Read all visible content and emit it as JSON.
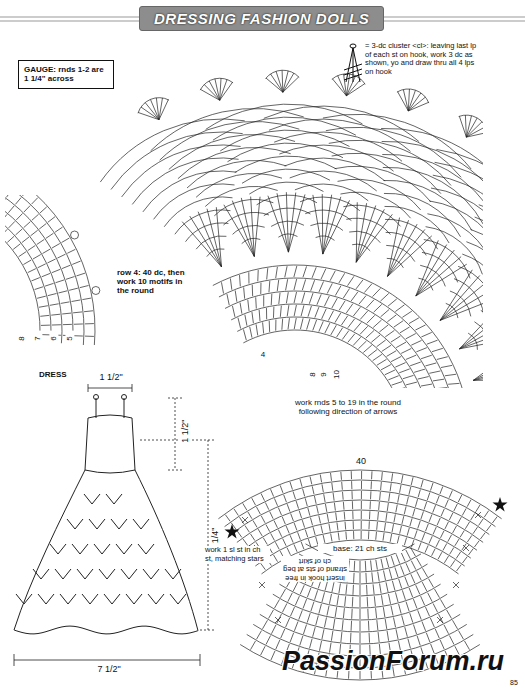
{
  "diagram": {
    "title": "DRESSING FASHION DOLLS",
    "nodes": [
      {
        "text": [
          "GAUGE: rnds 1-2 are 1 1/4\" across"
        ]
      }
    ],
    "labels": [
      "row 4: 40 dc, then work 10 motifs in the round",
      "work rnds 5 to 19 in the round following direction of arrows",
      "8",
      "7",
      "6",
      "5",
      "4",
      "8",
      "9",
      "10",
      "DRESS",
      "1 1/2\"",
      "1 1/2\"",
      "4 1/4\"",
      "7 1/2\"",
      "40",
      "base: 21 ch sts",
      "insert hook in free strand of sts at beg ch of skirt",
      "work 1 sl st in ch st, matching stars",
      "PassionForum.ru",
      "85"
    ],
    "legend": [
      {
        "text": "= 3-dc cluster <cl>: leaving last lp of each st on hook, work 3 dc as shown, yo and draw thru all 4 lps on hook"
      }
    ]
  }
}
